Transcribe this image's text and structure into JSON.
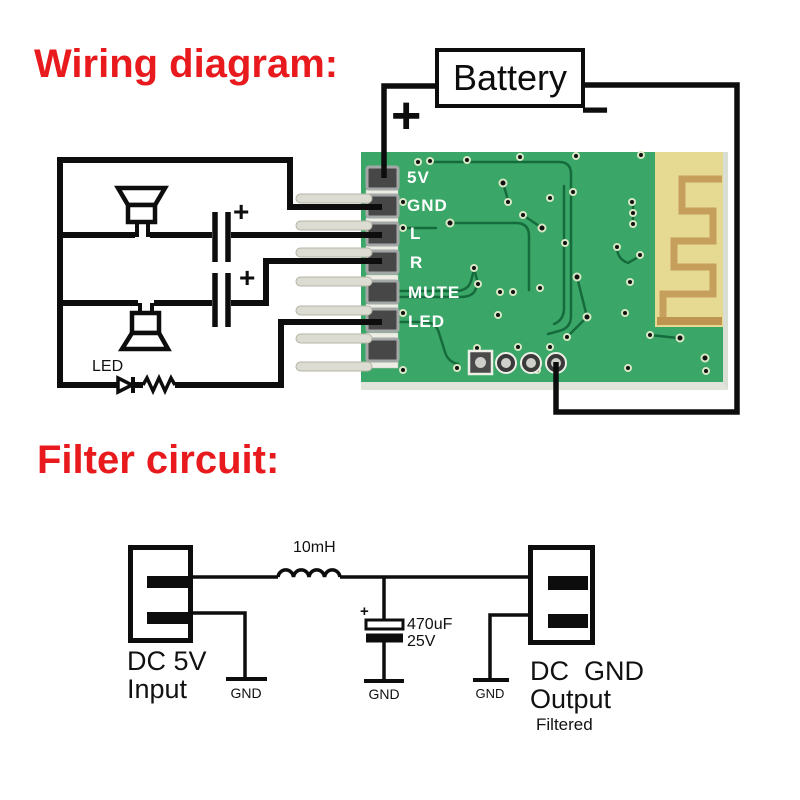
{
  "titles": {
    "wiring": "Wiring diagram:",
    "filter": "Filter circuit:"
  },
  "battery": {
    "label": "Battery",
    "plus": "+",
    "minus": "−"
  },
  "pcb": {
    "pin_labels": [
      "5V",
      "GND",
      "L",
      "R",
      "MUTE",
      "LED"
    ],
    "colors": {
      "board_green": "#3aa768",
      "antenna_yellow": "#e6da93",
      "antenna_trace": "#c79f5c",
      "trace_dark": "#156b3c"
    }
  },
  "schematic": {
    "led_label": "LED",
    "cap1_plus": "+",
    "cap2_plus": "+"
  },
  "filter": {
    "inductor_value": "10mH",
    "cap_plus": "+",
    "cap_value": "470uF",
    "cap_voltage": "25V",
    "input_label_line1": "DC 5V",
    "input_label_line2": "Input",
    "output_label_line1": "DC  GND",
    "output_label_line2": "Output",
    "output_label_line3": "Filtered",
    "gnd_input": "GND",
    "gnd_cap": "GND",
    "gnd_output": "GND"
  },
  "colors": {
    "title_red": "#e81a1d",
    "wire_black": "#0d0d0d"
  }
}
